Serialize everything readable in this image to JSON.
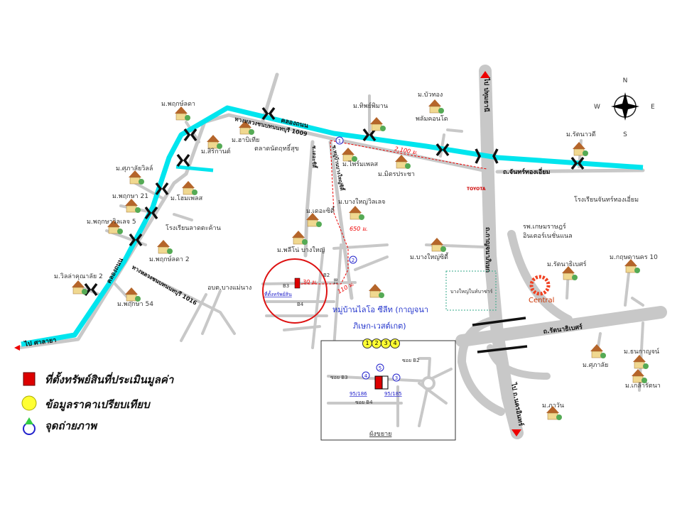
{
  "compass": {
    "n": "N",
    "s": "S",
    "e": "E",
    "w": "W"
  },
  "roads": {
    "canal_label_1": "คลองถนน",
    "canal_label_2": "คลองถนน",
    "rural_1009": "ทางหลวงชนบทนนทบุรี 1009",
    "rural_1016": "ทางหลวงชนบทนนทบุรี 1016",
    "to_salaya": "ไป ศาลายา",
    "to_pathum": "ไป ปทุมธานี",
    "kanchana": "ถ.กาญจนาภิเษก",
    "to_nakhon_in": "ไป ถ.นครอินทร์",
    "chanthong": "ถ.จันทร์ทองเอี่ยม",
    "rattanathibet": "ถ.รัตนาธิเบศร์",
    "soi_the_city": "ซ.เดอะซิตี้",
    "soi_bangyai_city": "ซ.หมู่บ้านบางใหญ่ซิตี้"
  },
  "places": {
    "pruklada": "ม.พฤกษ์ลดา",
    "sirikarn": "ม.สิริกานต์",
    "habitia": "ม.ฮาบิเทีย",
    "market": "ตลาดนัดฤทธิ์สุข",
    "supalai_ville": "ม.ศุภาลัยวิลล์",
    "pruksa21": "ม.พฤกษา 21",
    "homeplace": "ม.โฮมเพลส",
    "pruksa_village5": "ม.พฤกษาวิลเลจ 5",
    "school_ladtakan": "โรงเรียนลาดตะค้าน",
    "pruklada2": "ม.พฤกษ์ลดา 2",
    "villa_kunalai2": "ม.วิลล่าคุณาลัย 2",
    "pruksa54": "ม.พฤกษา 54",
    "obt": "อบต.บางแม่นาง",
    "thipphiman": "ม.ทิพย์พิมาน",
    "primeplace": "ม.ไพร์มเพลส",
    "mitpracha": "ม.มิตรประชา",
    "buathong": "ม.บัวทอง",
    "plum_condo": "พลัมคอนโด",
    "rattanawadee": "ม.รัตนาวดี",
    "school_chanthong": "โรงเรียนจันทร์ทองเอี่ยม",
    "the_city": "ม.เดอะซิตี้",
    "bangyai_village": "ม.บางใหญ่วิลเลจ",
    "plenoe": "ม.พลีโน่ บางใหญ่",
    "hospital_1": "รพ.เกษมราษฎร์",
    "hospital_2": "อินเตอร์เนชั่นแนล",
    "bangyai_city": "ม.บางใหญ่ซิตี้",
    "bazaar": "บางใหญ่ในท์บาซ่าร์",
    "rattanathibet_village": "ม.รัตนาธิเบศร์",
    "krisda10": "ม.กฤษดานคร 10",
    "central": "Central",
    "toyota": "TOYOTA",
    "thanakarn": "ม.ธนกาญจน์",
    "supalai": "ม.ศุภาลัย",
    "klaorattana": "ม.เกล้ารัตนา",
    "pawan": "ม.ภาวัน",
    "lio_1": "หมู่บ้านไลโอ ซีลีท (กาญจนา",
    "lio_2": "ภิเษก-เวสต์เกต)"
  },
  "distances": {
    "d2100": "2,100 ม.",
    "d650": "650 ม.",
    "d30": "30 ม.",
    "d110": "110 ม."
  },
  "subject": {
    "label": "ที่ตั้งทรัพย์สิน",
    "b1": "B1",
    "b2": "B2",
    "b3": "B3",
    "b4": "B4",
    "photo_points_main": [
      "1",
      "2"
    ],
    "comparables": [
      "1",
      "2",
      "3",
      "4"
    ]
  },
  "inset": {
    "title": "ผังขยาย",
    "soi_b2": "ซอย B2",
    "soi_b3": "ซอย B3",
    "soi_b4": "ซอย B4",
    "addr_1": "95/186",
    "addr_2": "95/185",
    "photo_points": [
      "3",
      "4",
      "5"
    ]
  },
  "legend": [
    {
      "label": "ที่ตั้งทรัพย์สินที่ประเมินมูลค่า",
      "icon": "subject-property-icon"
    },
    {
      "label": "ข้อมูลราคาเปรียบเทียบ",
      "icon": "comparable-icon"
    },
    {
      "label": "จุดถ่ายภาพ",
      "icon": "photo-point-icon"
    }
  ],
  "colors": {
    "canal": "#00e5ee",
    "road": "#c8c8c8",
    "route": "#e00000",
    "subject": "#dd0000",
    "comparable": "#ffff33"
  }
}
